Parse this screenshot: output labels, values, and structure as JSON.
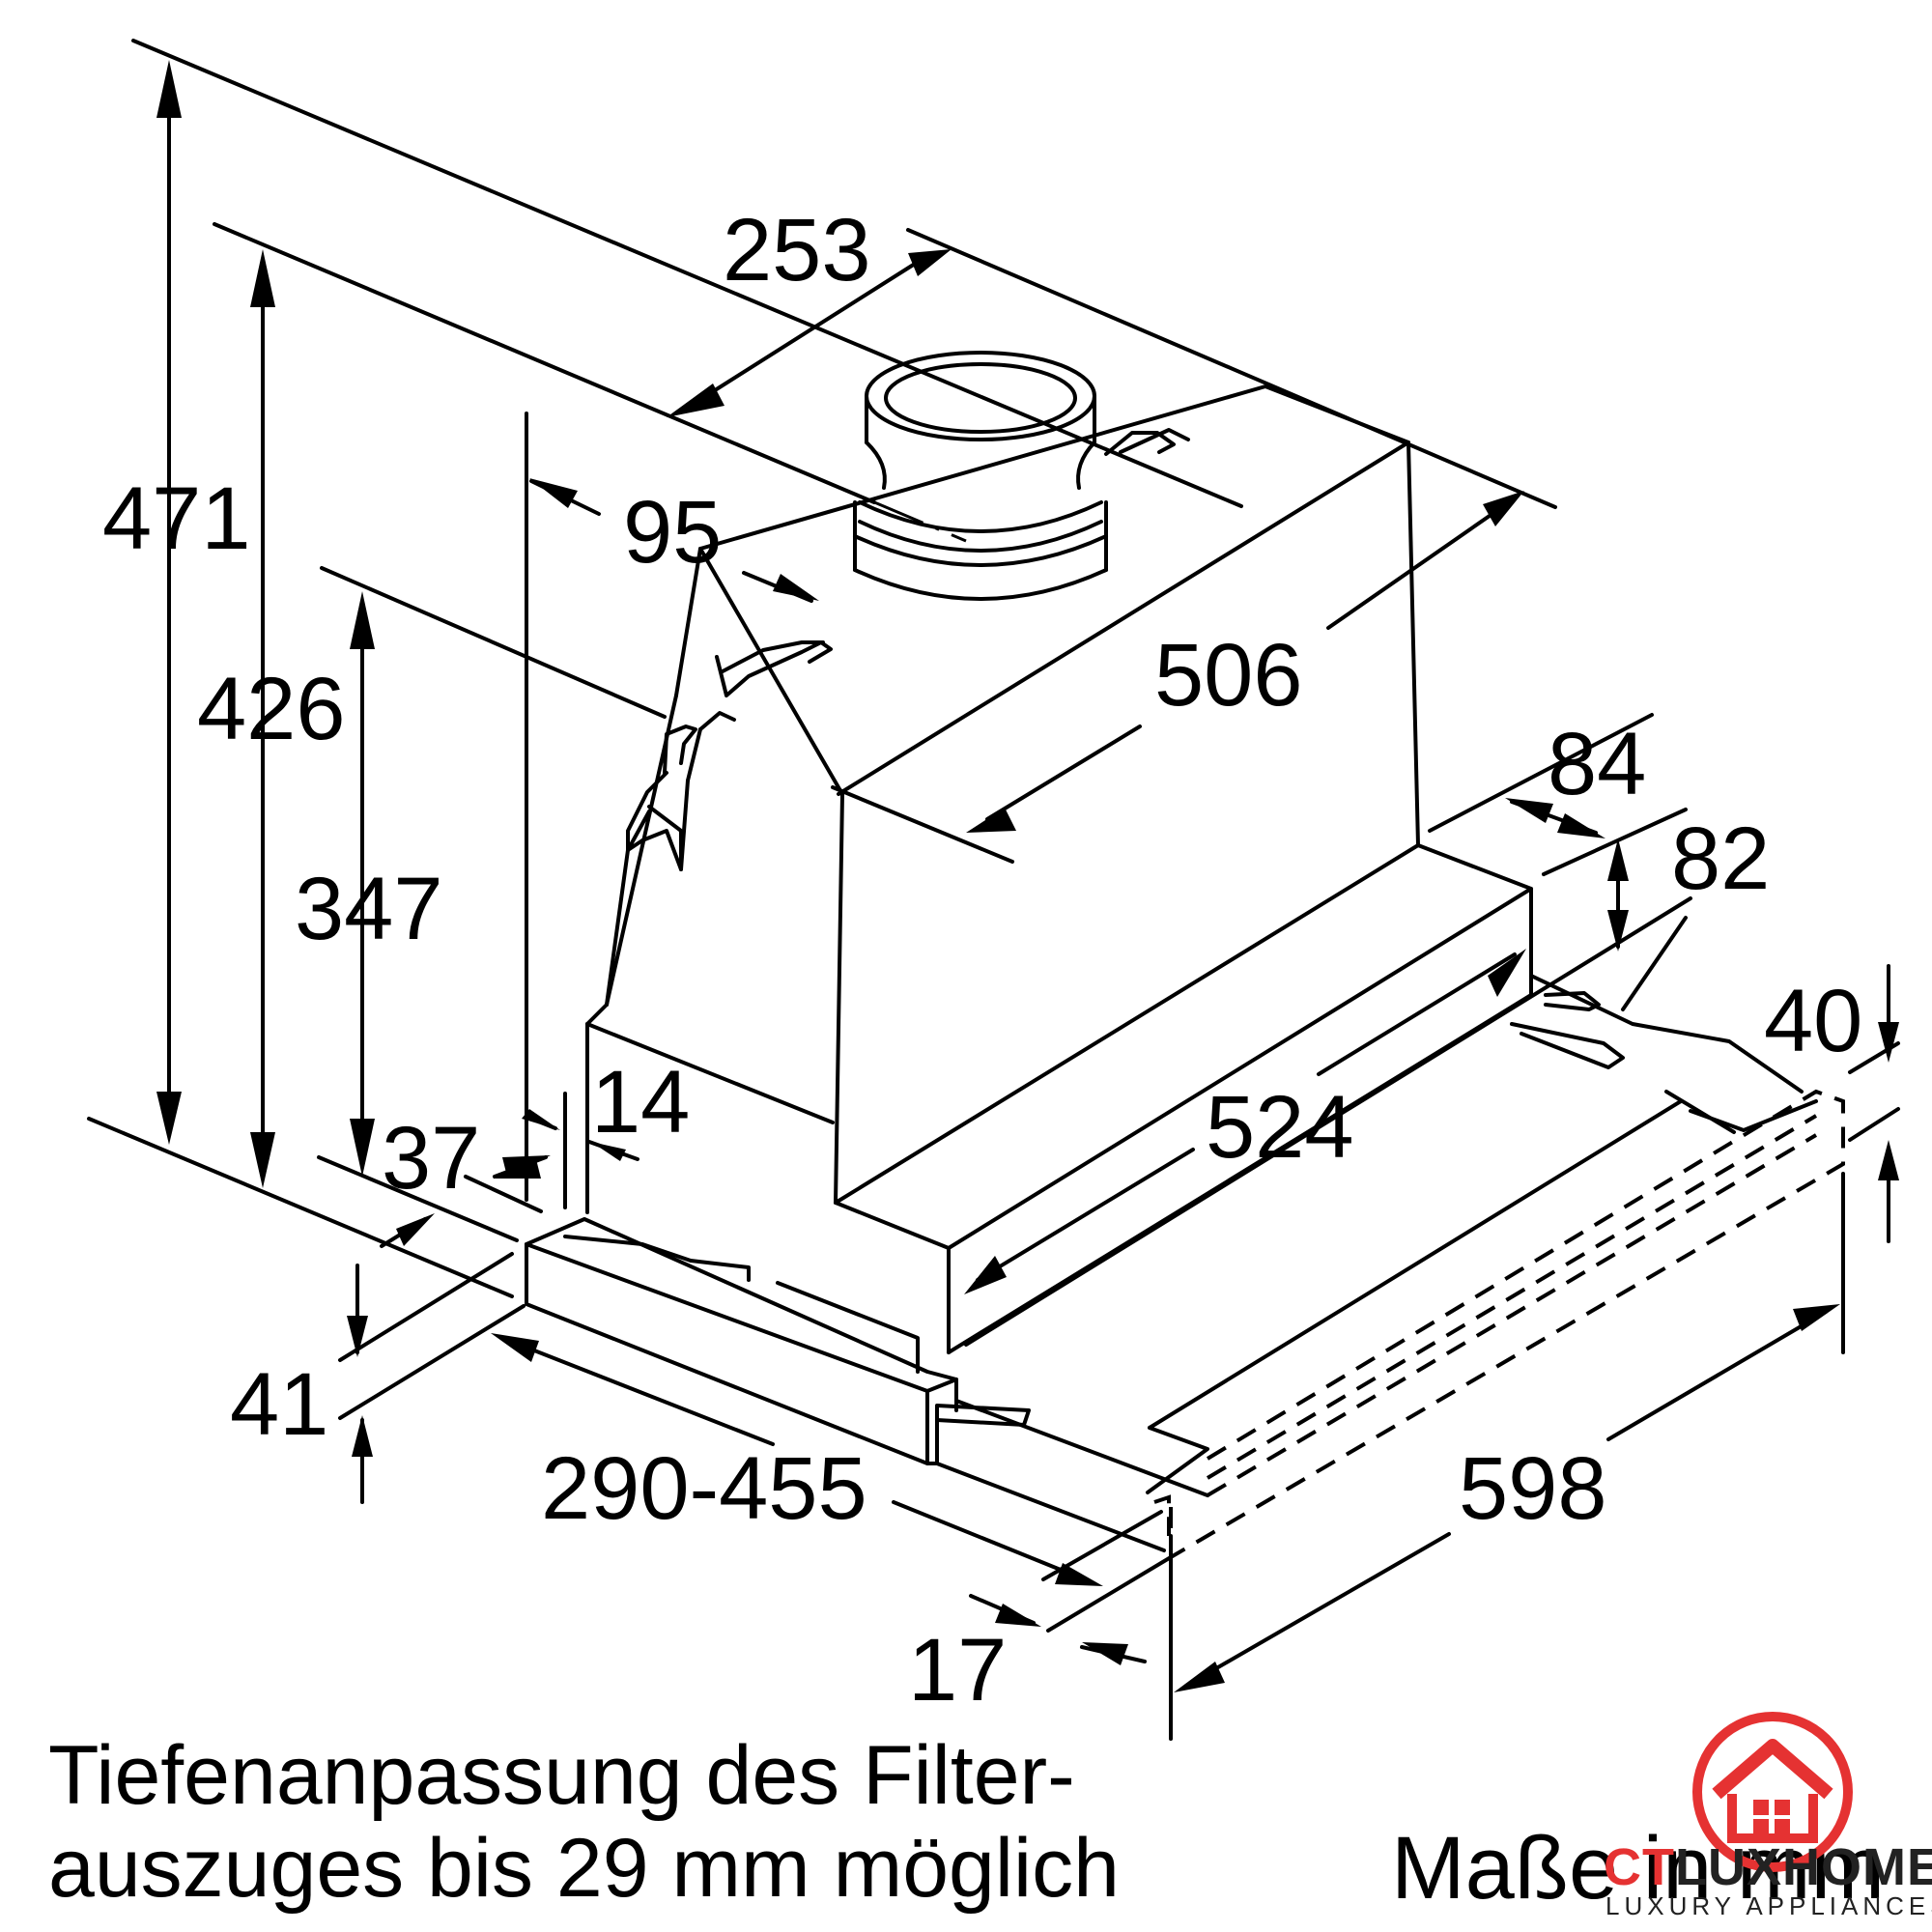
{
  "dimensions": {
    "d471": "471",
    "d426": "426",
    "d347": "347",
    "d253": "253",
    "d95": "95",
    "d506": "506",
    "d84": "84",
    "d82": "82",
    "d40": "40",
    "d524": "524",
    "d37": "37",
    "d14": "14",
    "d41": "41",
    "d290_455": "290-455",
    "d598": "598",
    "d17": "17"
  },
  "note": {
    "line1": "Tiefenanpassung des Filter-",
    "line2": "auszuges bis 29 mm möglich"
  },
  "units_label": "Maße in mm",
  "watermark": {
    "brand_part1": "CT",
    "brand_part2": "LUXHOME",
    "tagline": "LUXURY APPLIANCES",
    "icon": "house-icon",
    "colors": {
      "red": "#e53232",
      "dark": "#222222"
    }
  }
}
